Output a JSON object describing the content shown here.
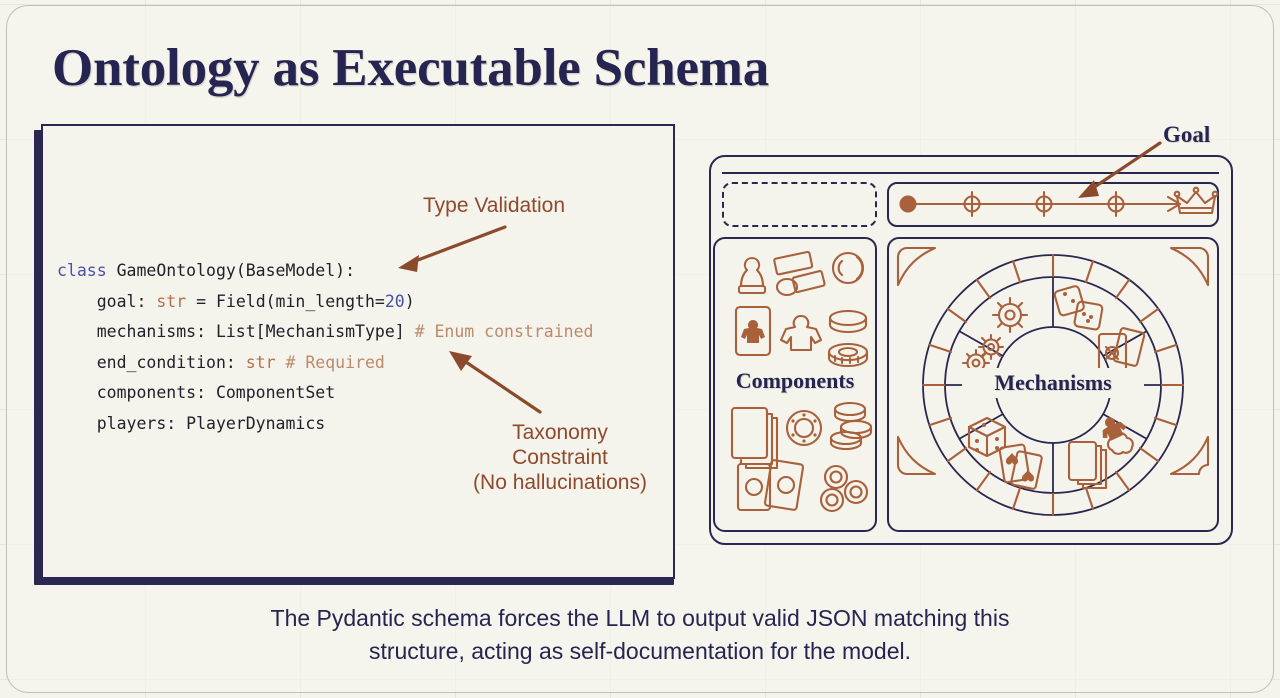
{
  "title": "Ontology as Executable Schema",
  "code": {
    "lines": [
      [
        {
          "t": "class ",
          "c": "kw"
        },
        {
          "t": "GameOntology(BaseModel):",
          "c": "pl"
        }
      ],
      [
        {
          "t": "    goal: ",
          "c": "pl"
        },
        {
          "t": "str",
          "c": "ty"
        },
        {
          "t": " = Field(min_length=",
          "c": "pl"
        },
        {
          "t": "20",
          "c": "num"
        },
        {
          "t": ")",
          "c": "pl"
        }
      ],
      [
        {
          "t": "    mechanisms: List[MechanismType] ",
          "c": "pl"
        },
        {
          "t": "# Enum constrained",
          "c": "cm"
        }
      ],
      [
        {
          "t": "    end_condition: ",
          "c": "pl"
        },
        {
          "t": "str ",
          "c": "ty"
        },
        {
          "t": "# Required",
          "c": "cm"
        }
      ],
      [
        {
          "t": "    components: ComponentSet",
          "c": "pl"
        }
      ],
      [
        {
          "t": "    players: PlayerDynamics",
          "c": "pl"
        }
      ]
    ],
    "plain_text": "class GameOntology(BaseModel):\n    goal: str = Field(min_length=20)\n    mechanisms: List[MechanismType] # Enum constrained\n    end_condition: str # Required\n    components: ComponentSet\n    players: PlayerDynamics"
  },
  "annotations": {
    "type_validation": "Type Validation",
    "taxonomy_line1": "Taxonomy",
    "taxonomy_line2": "Constraint",
    "taxonomy_line3": "(No hallucinations)",
    "goal": "Goal"
  },
  "board": {
    "components_label": "Components",
    "mechanisms_label": "Mechanisms",
    "track": {
      "nodes_total": 4,
      "nodes_filled": 1,
      "end_icon": "crown-icon"
    },
    "component_icons": [
      "pawn-icon",
      "tiles-icon",
      "coin-icon",
      "card-with-meeple-icon",
      "meeple-icon",
      "token-stack-icon",
      "card-stack-icon",
      "poker-chip-icon",
      "coin-stack-icon",
      "two-cards-icon",
      "rings-icon"
    ],
    "mechanism_icons": [
      "gear-icon",
      "dice-pair-icon",
      "gears-small-icon",
      "cards-fan-icon",
      "die-icon",
      "meeples-icon",
      "playing-cards-icon",
      "card-deck-icon"
    ],
    "outer_ring_segments": 20
  },
  "caption": {
    "line1": "The Pydantic schema forces the LLM to output valid JSON matching this",
    "line2": "structure, acting as self-documentation for the model."
  },
  "colors": {
    "background": "#f4f3ec",
    "navy": "#2a2750",
    "brown": "#8f4a2c",
    "rust": "#a9613c",
    "comment": "#bc8a6a",
    "keyword": "#4b4fa8"
  }
}
